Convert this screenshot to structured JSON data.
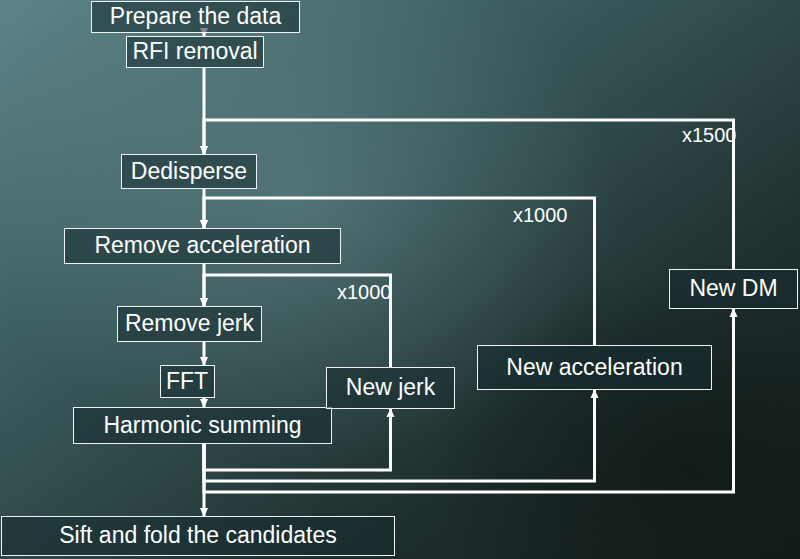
{
  "diagram": {
    "nodes": [
      {
        "text": [
          "Prepare the data"
        ]
      },
      {
        "text": [
          "RFI removal"
        ]
      },
      {
        "text": [
          "Dedisperse"
        ]
      },
      {
        "text": [
          "Remove acceleration"
        ]
      },
      {
        "text": [
          "Remove jerk"
        ]
      },
      {
        "text": [
          "FFT"
        ]
      },
      {
        "text": [
          "Harmonic summing"
        ]
      },
      {
        "text": [
          "New jerk"
        ]
      },
      {
        "text": [
          "New acceleration"
        ]
      },
      {
        "text": [
          "New DM"
        ]
      },
      {
        "text": [
          "Sift and fold the candidates"
        ]
      }
    ],
    "edges": [
      {
        "from": 0,
        "to": 1,
        "arrow": "to"
      },
      {
        "from": 1,
        "to": 2,
        "arrow": "to"
      },
      {
        "from": 2,
        "to": 3,
        "arrow": "to"
      },
      {
        "from": 3,
        "to": 4,
        "arrow": "to"
      },
      {
        "from": 4,
        "to": 5,
        "arrow": "to"
      },
      {
        "from": 5,
        "to": 6,
        "arrow": "to"
      },
      {
        "from": 6,
        "to": 7,
        "arrow": "to"
      },
      {
        "from": 6,
        "to": 8,
        "arrow": "to"
      },
      {
        "from": 6,
        "to": 9,
        "arrow": "to"
      },
      {
        "from": 6,
        "to": 10,
        "arrow": "to"
      },
      {
        "from": 7,
        "to": 4,
        "arrow": "to"
      },
      {
        "from": 8,
        "to": 3,
        "arrow": "to"
      },
      {
        "from": 9,
        "to": 2,
        "arrow": "to"
      }
    ],
    "labels": [
      "x1500",
      "x1000",
      "x1000"
    ]
  }
}
